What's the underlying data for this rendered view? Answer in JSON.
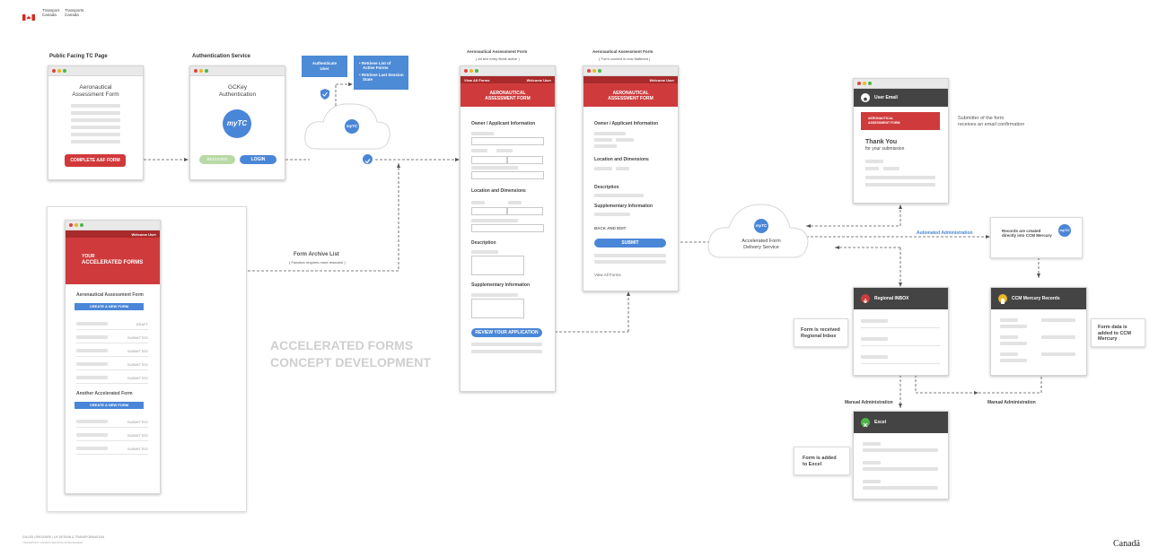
{
  "brand": {
    "dept_en_1": "Transport",
    "dept_en_2": "Canada",
    "dept_fr_1": "Transports",
    "dept_fr_2": "Canada",
    "wordmark": "Canadä"
  },
  "footer": {
    "author_line": "GILLES GREGOIRE | UX DESIGN & TRANSFORMATION",
    "org_line": "TRANSPORT CANADA SERVICE MANAGEMENT"
  },
  "concept_title": {
    "line1": "ACCELERATED FORMS",
    "line2": "CONCEPT DEVELOPMENT"
  },
  "public_page": {
    "section_label": "Public Facing TC Page",
    "title_line1": "Aeronautical",
    "title_line2": "Assessment Form",
    "cta": "COMPLETE AAF FORM"
  },
  "auth": {
    "section_label": "Authentication Service",
    "title_line1": "GCKey",
    "title_line2": "Authentication",
    "logo": "myTC",
    "secondary_btn": "REGISTER",
    "login_btn": "LOGIN"
  },
  "cloud_top": {
    "logo": "myTC",
    "auth_box_line1": "Authenticate",
    "auth_box_line2": "User",
    "retrieve_item1_line1": "• Retrieve List of",
    "retrieve_item1_line2": "Active Forms",
    "retrieve_item2_line1": "• Retrieve Last Session",
    "retrieve_item2_line2": "State"
  },
  "form_active": {
    "section_label": "Aeronautical Assessment Form",
    "section_sub": "( All text entry fields active )",
    "nav_left": "View All Forms",
    "nav_right": "Welcome User",
    "header_line1": "AERONAUTICAL",
    "header_line2": "ASSESSMENT FORM",
    "sec1": "Owner / Applicant Information",
    "sec2": "Location and Dimensions",
    "sec3": "Description",
    "sec4": "Supplementary Information",
    "review_btn": "REVIEW YOUR APPLICATION"
  },
  "form_flat": {
    "section_label": "Aeronautical Assessment Form",
    "section_sub": "( Form content is now flattened )",
    "nav_right": "Welcome User",
    "header_line1": "AERONAUTICAL",
    "header_line2": "ASSESSMENT FORM",
    "sec1": "Owner / Applicant Information",
    "sec2": "Location and Dimensions",
    "sec3": "Description",
    "sec4": "Supplementary Information",
    "back_link": "BACK AND EDIT",
    "submit_btn": "SUBMIT",
    "view_all": "View All Forms"
  },
  "archive": {
    "label": "Form Archive List",
    "sub": "( Function requires more research )",
    "nav_right": "Welcome User",
    "header_line1": "YOUR",
    "header_line2": "ACCELERATED FORMS",
    "group1_title": "Aeronautical Assessment Form",
    "group2_title": "Another Accelerated Form",
    "create_btn": "CREATE A NEW FORM",
    "group1_rows": [
      {
        "status": "DRAFT"
      },
      {
        "status": "SUBMITTED"
      },
      {
        "status": "SUBMITTED"
      },
      {
        "status": "SUBMITTED"
      },
      {
        "status": "SUBMITTED"
      }
    ],
    "group2_rows": [
      {
        "status": "SUBMITTED"
      },
      {
        "status": "SUBMITTED"
      },
      {
        "status": "SUBMITTED"
      }
    ]
  },
  "delivery": {
    "logo": "myTC",
    "label_line1": "Accelerated Form",
    "label_line2": "Delivery Service",
    "automated": "Automated Administration"
  },
  "email": {
    "header": "User Email",
    "banner_line1": "AERONAUTICAL",
    "banner_line2": "ASSESSMENT FORM",
    "thanks": "Thank You",
    "thanks_sub": "for your submission",
    "note_line1": "Submitter of the form",
    "note_line2": "receives an email confirmation"
  },
  "records_note": {
    "line1": "Records are created",
    "line2": "directly into CCM Mercury",
    "logo": "myTC"
  },
  "inbox": {
    "header": "Regional INBOX",
    "note_line1": "Form is received",
    "note_line2": "Regional Inbox"
  },
  "ccm": {
    "header": "CCM Mercury Records",
    "note_line1": "Form data is",
    "note_line2": "added to CCM",
    "note_line3": "Mercury"
  },
  "excel": {
    "header": "Excel",
    "note_line1": "Form is added",
    "note_line2": "to Excel"
  },
  "manual_left": "Manual Administration",
  "manual_right": "Manual Administration",
  "colors": {
    "brand_red": "#cf3b3c",
    "accent_blue": "#4a86d8",
    "dark_header": "#444444",
    "disabled_green": "#b9d9a6"
  }
}
